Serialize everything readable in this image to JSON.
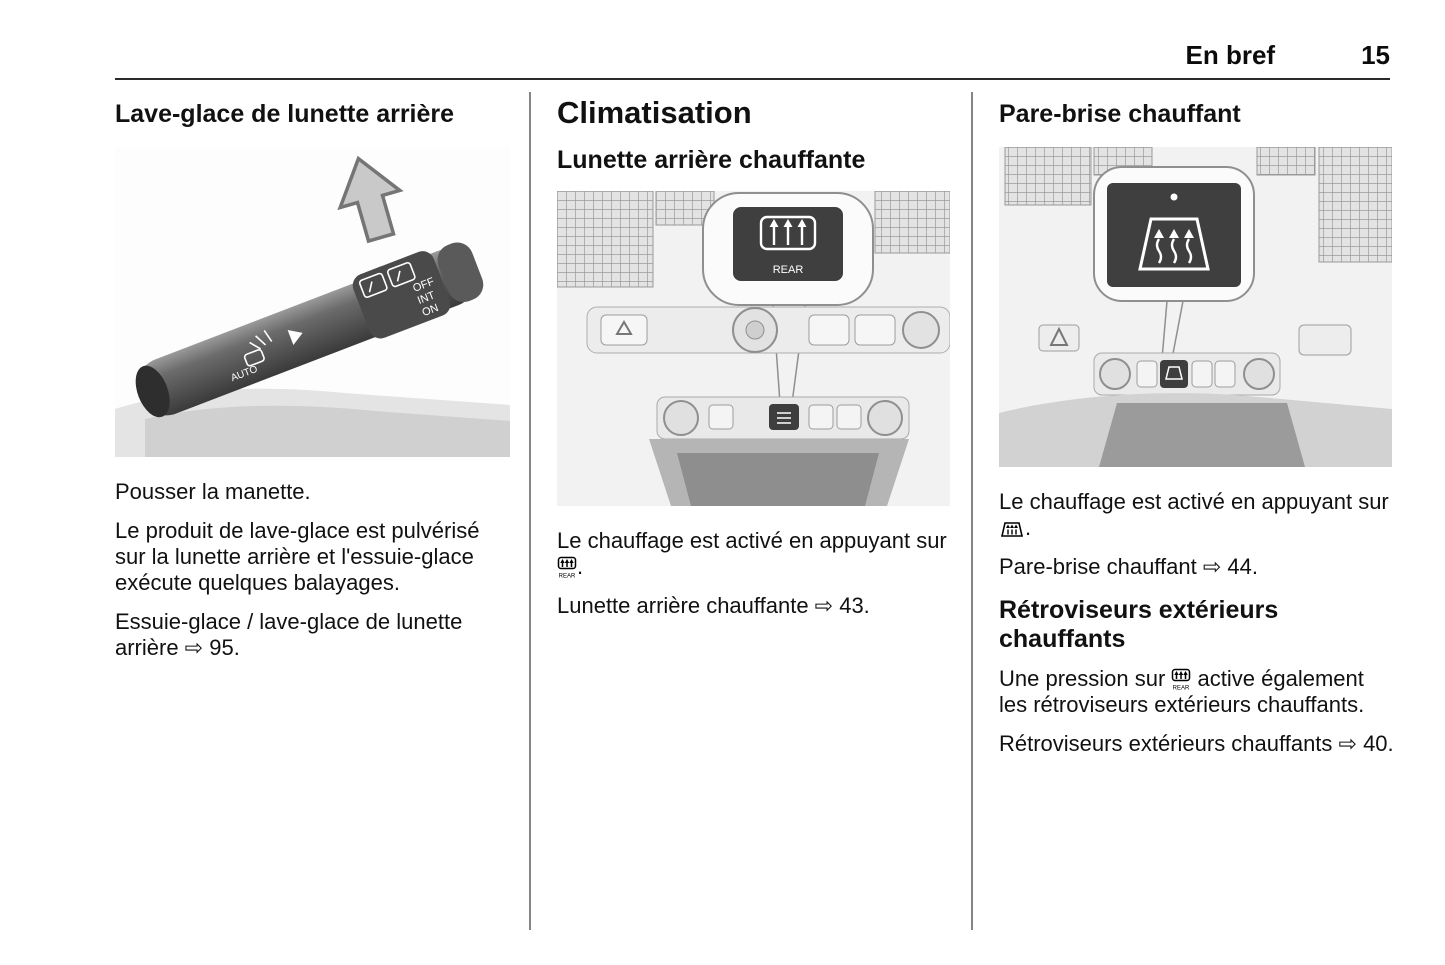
{
  "header": {
    "section_title": "En bref",
    "page_number": "15"
  },
  "col1": {
    "heading": "Lave-glace de lunette arrière",
    "para1": "Pousser la manette.",
    "para2": "Le produit de lave-glace est pulvérisé sur la lunette arrière et l'essuie-glace exécute quelques balayages.",
    "para3": "Essuie-glace / lave-glace de lunette arrière ⇨ 95.",
    "illustration": {
      "stalk_labels": [
        "OFF",
        "INT",
        "ON"
      ]
    }
  },
  "col2": {
    "heading": "Climatisation",
    "subheading": "Lunette arrière chauffante",
    "para1_before": "Le chauffage est activé en appuyant sur ",
    "para1_after": ".",
    "para2": "Lunette arrière chauffante ⇨ 43."
  },
  "col3": {
    "heading": "Pare-brise chauffant",
    "para1_before": "Le chauffage est activé en appuyant sur ",
    "para1_after": ".",
    "para2": "Pare-brise chauffant ⇨ 44.",
    "subheading": "Rétroviseurs extérieurs chauffants",
    "para3_before": "Une pression sur ",
    "para3_after": " active également les rétroviseurs extérieurs chauffants.",
    "para4": "Rétroviseurs extérieurs chauffants ⇨ 40."
  },
  "icons": {
    "rear_label": "REAR"
  }
}
